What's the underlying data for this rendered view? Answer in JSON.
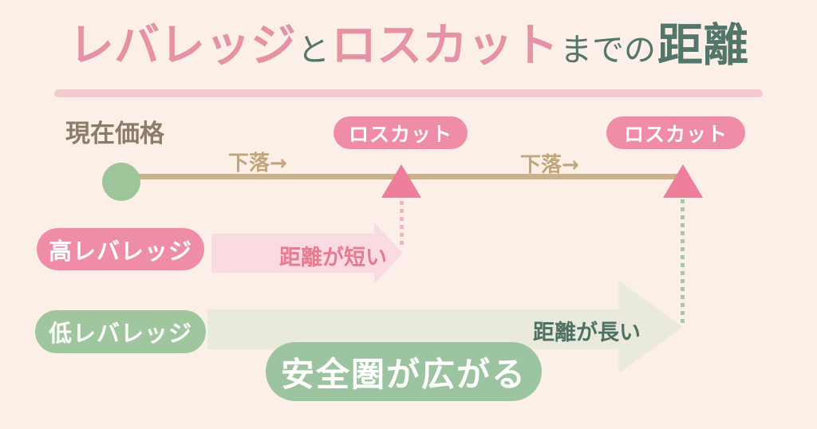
{
  "title": {
    "segments": [
      {
        "text": "レバレッジ",
        "color": "#e593a4"
      },
      {
        "text": "と",
        "color": "#53756a"
      },
      {
        "text": "ロスカット",
        "color": "#e593a4"
      },
      {
        "text": "までの",
        "color": "#53756a"
      },
      {
        "text": "距離",
        "color": "#53756a"
      }
    ],
    "underline_color": "#f3cbce"
  },
  "timeline": {
    "current_price_label": "現在価格",
    "decline_labels": [
      "下落→",
      "下落→"
    ],
    "losscut_labels": [
      "ロスカット",
      "ロスカット"
    ]
  },
  "rows": {
    "high_leverage": {
      "label": "高レバレッジ",
      "arrow_text": "距離が短い"
    },
    "low_leverage": {
      "label": "低レバレッジ",
      "arrow_text": "距離が長い"
    },
    "safety_label": "安全圏が広がる"
  },
  "colors": {
    "background": "#fcefe7",
    "pink_accent": "#e593a4",
    "pink_badge": "#f08da6",
    "pink_triangle": "#ed7f9b",
    "pink_arrow_fill": "#f9dbe1",
    "pink_arrow_text": "#e87b92",
    "pink_dotted": "#f3b3c2",
    "green_dark": "#53756a",
    "green_dot": "#9fc69b",
    "green_badge": "#a0c69e",
    "green_safety_badge": "#9cc4a1",
    "green_arrow_fill": "#e9e9dc",
    "green_arrow_text": "#4e7163",
    "green_dotted": "#a5c8ab",
    "tan_line": "#c8b28e",
    "tan_text": "#bfa77b",
    "brown_text": "#8b7c6a",
    "underline_pink": "#f3cbce"
  }
}
